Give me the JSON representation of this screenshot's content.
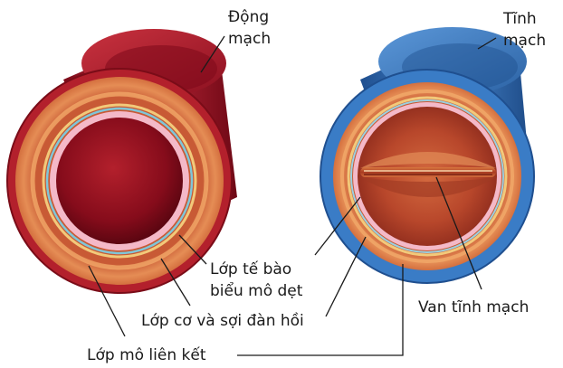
{
  "labels": {
    "artery_line1": "Động",
    "artery_line2": "mạch",
    "vein_line1": "Tĩnh",
    "vein_line2": "mạch",
    "endothelium_line1": "Lớp tế bào",
    "endothelium_line2": "biểu mô dẹt",
    "muscle_elastic": "Lớp cơ và sợi đàn hồi",
    "connective": "Lớp mô liên kết",
    "valve": "Van tĩnh mạch"
  },
  "colors": {
    "artery_outer": "#a9172a",
    "artery_lumen": "#8a0d1f",
    "vein_outer": "#2f6fb8",
    "muscle_layer": "#e8945a",
    "elastic_layer": "#f2c97a",
    "endothelium": "#f4b9c8",
    "vein_lumen": "#c2512f"
  }
}
